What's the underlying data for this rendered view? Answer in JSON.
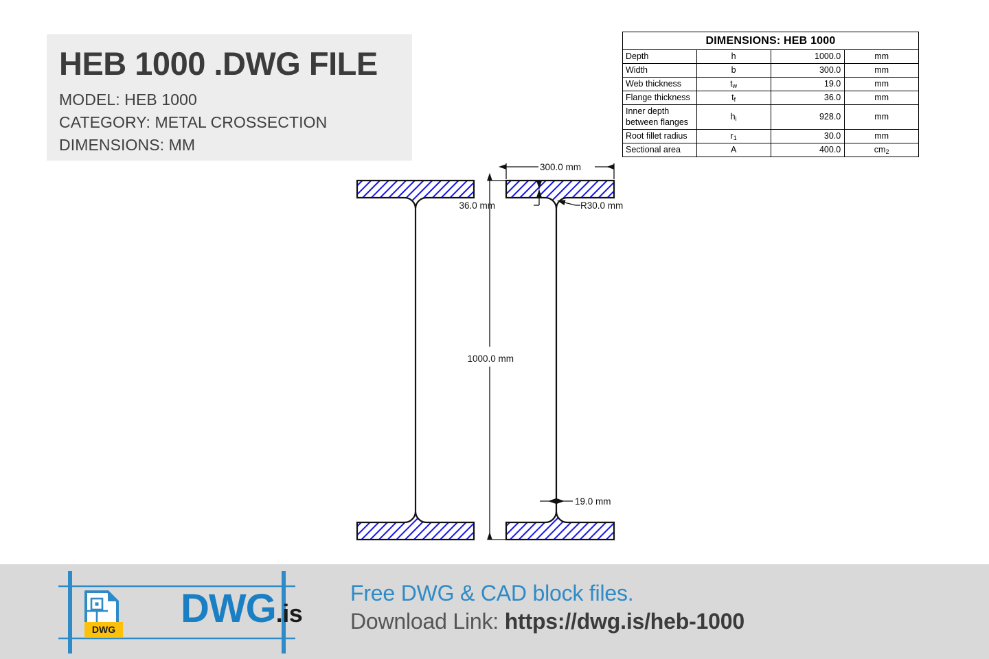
{
  "header": {
    "title": "HEB 1000 .DWG FILE",
    "meta": [
      {
        "key": "MODEL:",
        "value": "HEB 1000",
        "line": "MODEL:  HEB 1000"
      },
      {
        "key": "CATEGORY:",
        "value": "METAL CROSSECTION",
        "line": "CATEGORY:  METAL CROSSECTION"
      },
      {
        "key": "DIMENSIONS:",
        "value": "MM",
        "line": "DIMENSIONS:  MM"
      }
    ],
    "panel_bg": "#ededed"
  },
  "table": {
    "title": "DIMENSIONS: HEB 1000",
    "columns": [
      "",
      "",
      "",
      ""
    ],
    "rows": [
      {
        "label": "Depth",
        "symbol": "h",
        "sub": "",
        "value": "1000.0",
        "unit": "mm",
        "unit_sub": ""
      },
      {
        "label": "Width",
        "symbol": "b",
        "sub": "",
        "value": "300.0",
        "unit": "mm",
        "unit_sub": ""
      },
      {
        "label": "Web thickness",
        "symbol": "t",
        "sub": "w",
        "value": "19.0",
        "unit": "mm",
        "unit_sub": ""
      },
      {
        "label": "Flange thickness",
        "symbol": "t",
        "sub": "f",
        "value": "36.0",
        "unit": "mm",
        "unit_sub": ""
      },
      {
        "label": "Inner depth between flanges",
        "symbol": "h",
        "sub": "i",
        "value": "928.0",
        "unit": "mm",
        "unit_sub": ""
      },
      {
        "label": "Root fillet radius",
        "symbol": "r",
        "sub": "1",
        "value": "30.0",
        "unit": "mm",
        "unit_sub": ""
      },
      {
        "label": "Sectional area",
        "symbol": "A",
        "sub": "",
        "value": "400.0",
        "unit": "cm",
        "unit_sub": "2"
      }
    ]
  },
  "drawing": {
    "hatch_color": "#1414e6",
    "outline_color": "#111111",
    "annotations": {
      "width": "300.0 mm",
      "flange_thickness": "36.0 mm",
      "root_radius": "R30.0 mm",
      "depth": "1000.0 mm",
      "web_thickness": "19.0 mm"
    }
  },
  "footer": {
    "bg": "#d9d9d9",
    "logo": {
      "icon_label": "DWG",
      "icon_label_bg": "#fcc10a",
      "word_primary": "DWG",
      "word_secondary": ".is",
      "primary_color": "#1b7fc4"
    },
    "tagline": "Free DWG & CAD block files.",
    "download_prefix": "Download Link: ",
    "download_url": "https://dwg.is/heb-1000"
  }
}
